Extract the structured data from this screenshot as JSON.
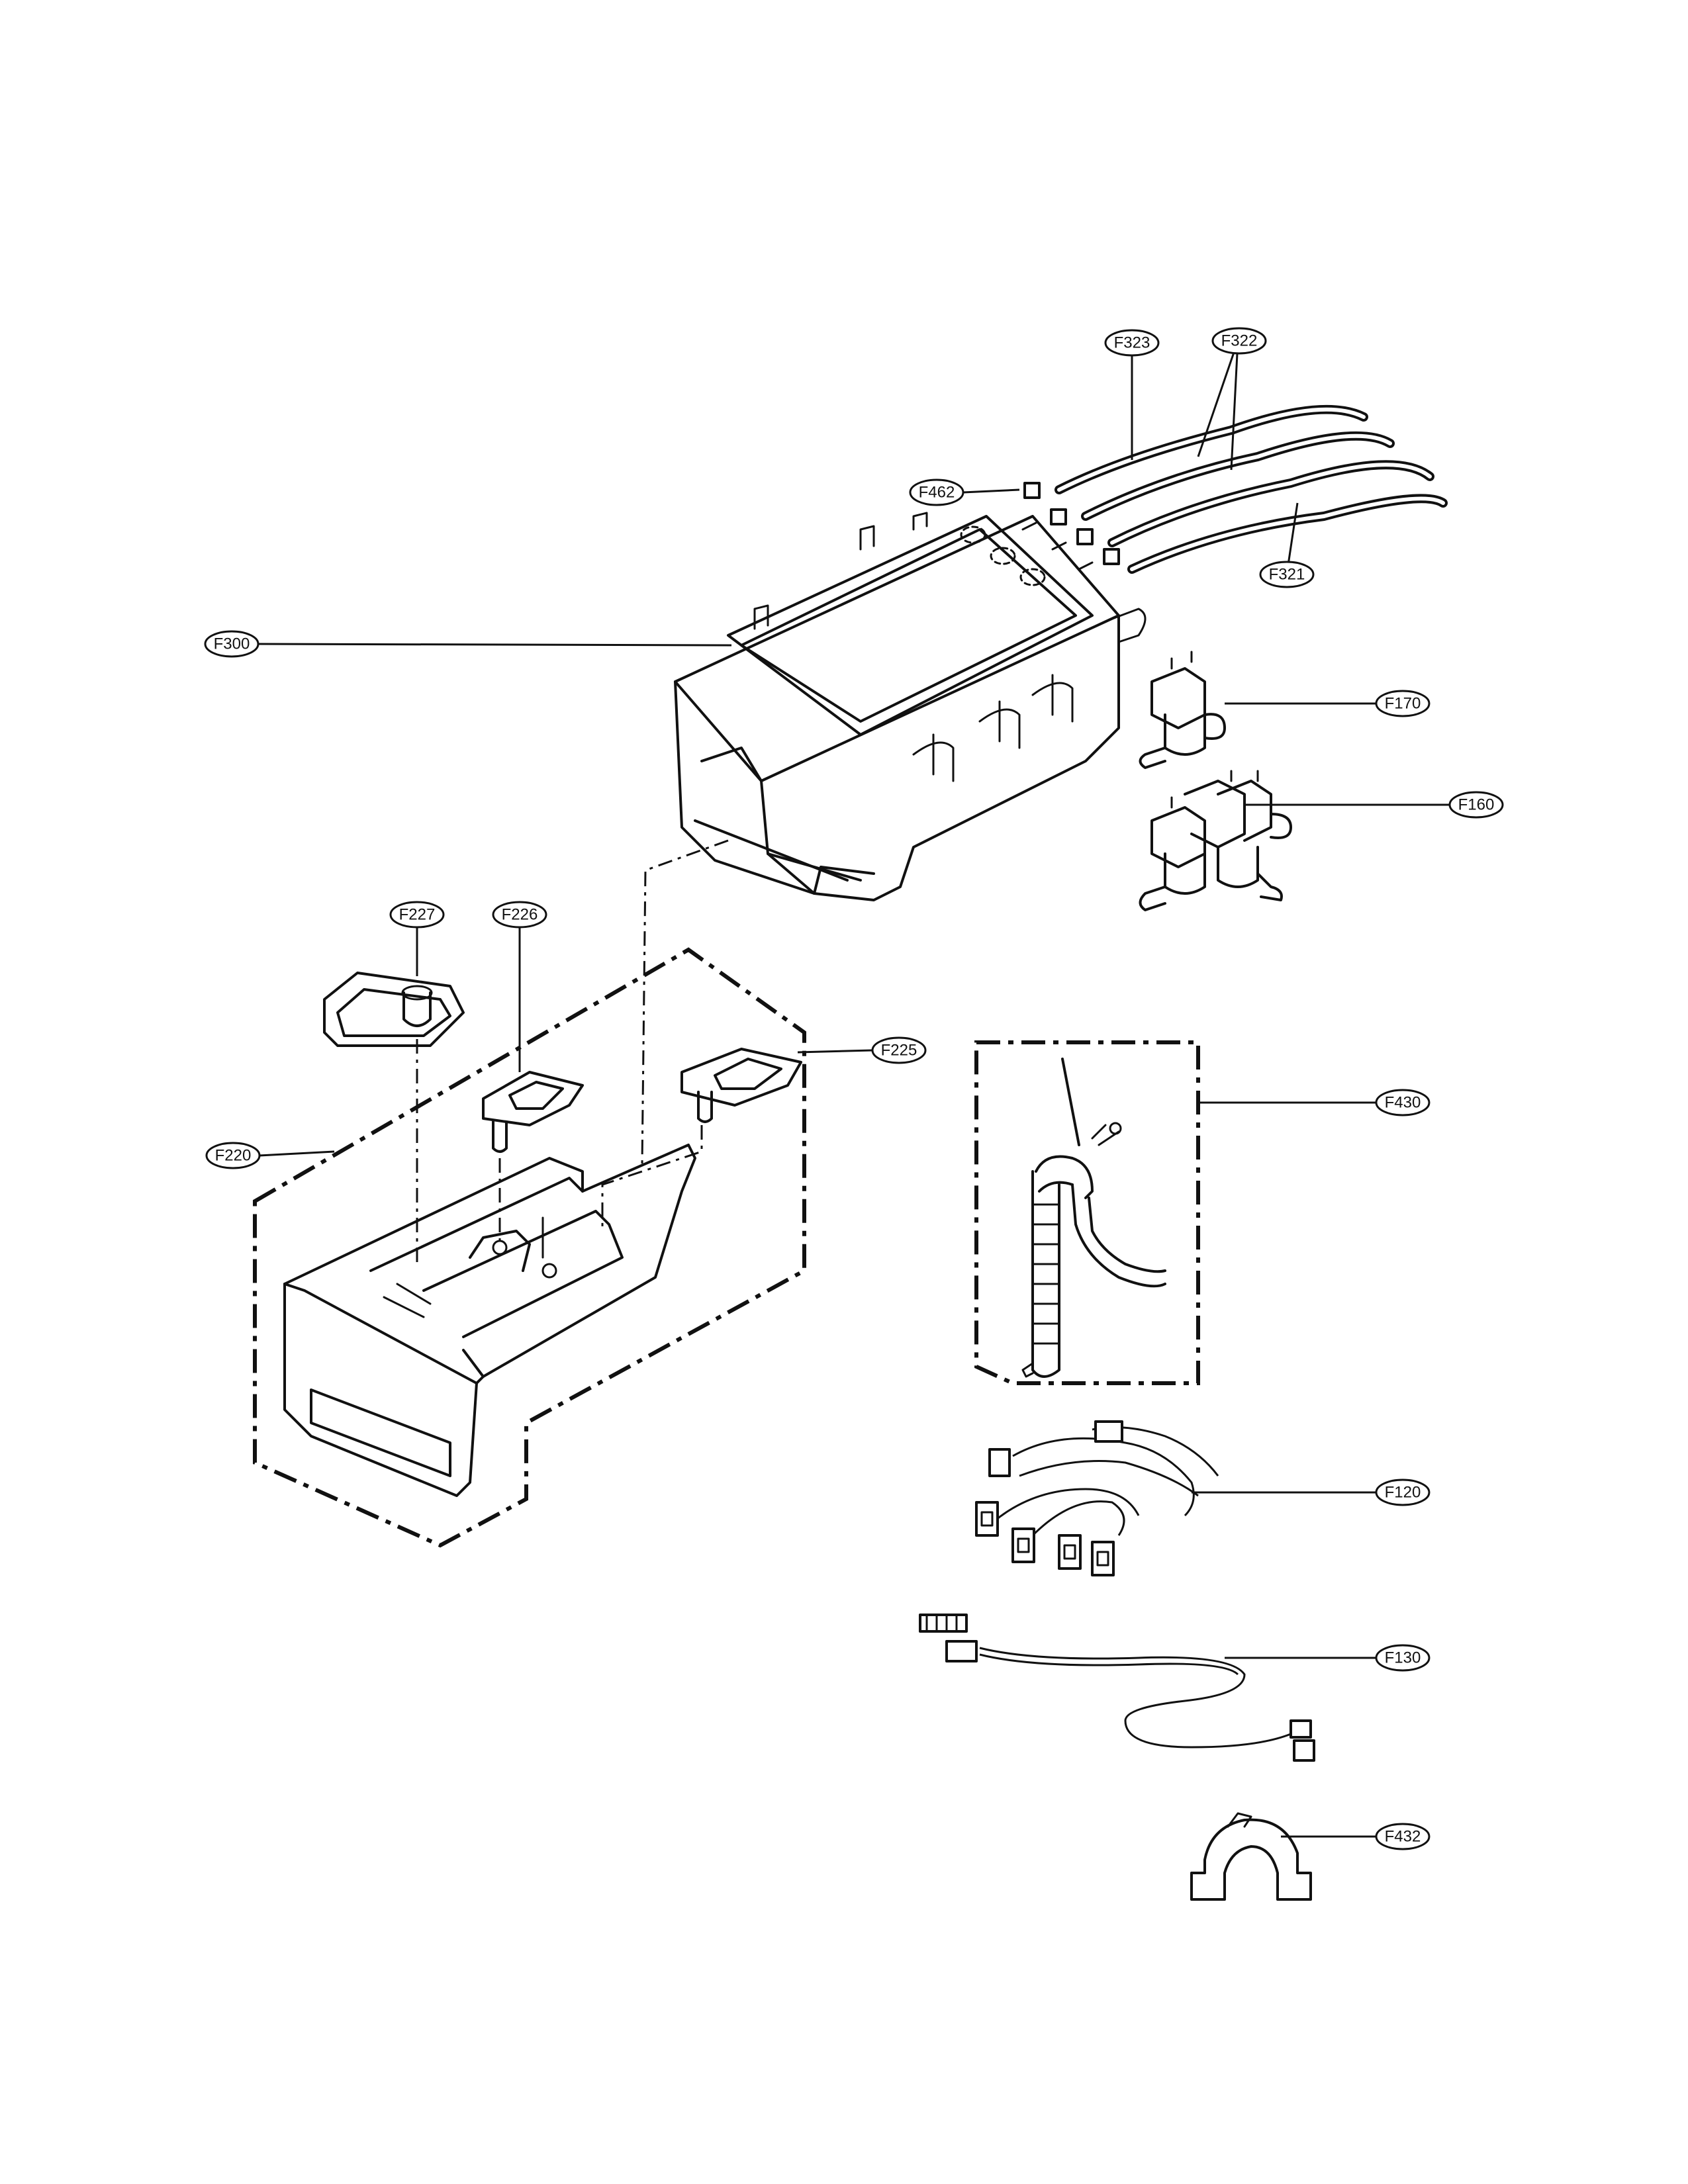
{
  "callouts": {
    "F323": "F323",
    "F322": "F322",
    "F462": "F462",
    "F321": "F321",
    "F300": "F300",
    "F170": "F170",
    "F160": "F160",
    "F227": "F227",
    "F226": "F226",
    "F225": "F225",
    "F220": "F220",
    "F430": "F430",
    "F120": "F120",
    "F130": "F130",
    "F432": "F432"
  }
}
